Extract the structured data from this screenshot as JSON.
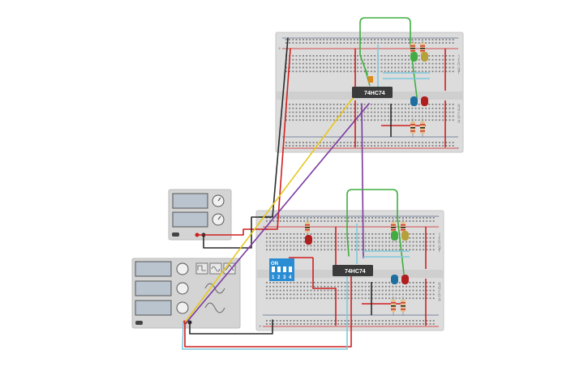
{
  "colors": {
    "breadboard": "#dcdcdc",
    "breadboard_edge": "#c6c6c6",
    "rail_red": "#d01f1f",
    "rail_blue": "#5a6b8c",
    "chip": "#3b3b3b",
    "dip_switch": "#2a8dd4",
    "wire_black": "#2b2b2b",
    "wire_red": "#d01f1f",
    "wire_yellow": "#e6c81e",
    "wire_purple": "#7a3aa0",
    "wire_green": "#3fae3f",
    "wire_cyan": "#7ec8dc",
    "instrument_body": "#d4d4d4",
    "lcd": "#b9c4cf"
  },
  "top_board": {
    "chip_label": "74HC74",
    "row_letters_right": [
      "j",
      "i",
      "h",
      "g",
      "f",
      "e",
      "d",
      "c",
      "b",
      "a"
    ],
    "plus_label": "+",
    "minus_label": "-"
  },
  "bottom_board": {
    "chip_label": "74HC74",
    "dip_label": "ON",
    "dip_numbers": [
      "1",
      "2",
      "3",
      "4"
    ],
    "row_letters_right": [
      "j",
      "i",
      "h",
      "g",
      "f",
      "e",
      "d",
      "c",
      "b",
      "a"
    ],
    "plus_label": "+",
    "minus_label": "-"
  },
  "instruments": {
    "power_supply_icon": "power-supply-icon",
    "function_generator_icon": "function-generator-icon"
  }
}
